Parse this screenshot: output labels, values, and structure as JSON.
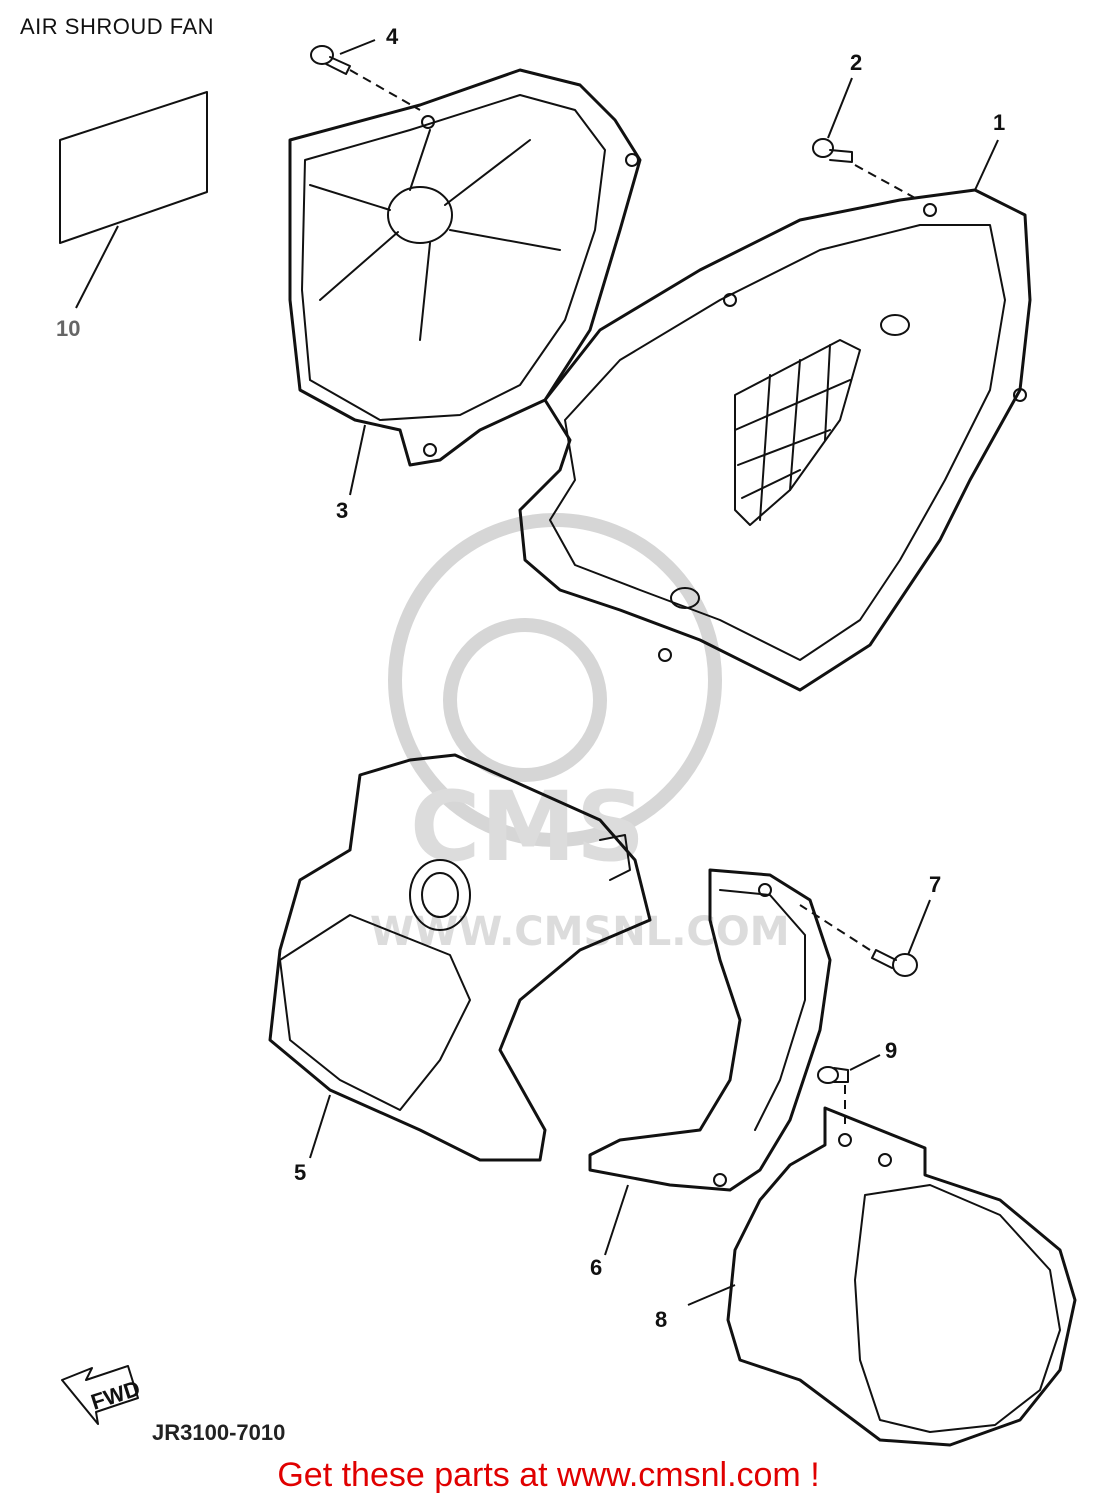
{
  "title": "AIR SHROUD FAN",
  "drawing_code": "JR3100-7010",
  "promo_text": "Get these parts at www.cmsnl.com !",
  "fwd_badge": "FWD",
  "watermark": {
    "brand": "CMS",
    "url": "WWW.CMSNL.COM"
  },
  "callouts": [
    "1",
    "2",
    "3",
    "4",
    "5",
    "6",
    "7",
    "8",
    "9",
    "10"
  ],
  "colors": {
    "promo": "#e00000",
    "line": "#111111",
    "watermark": "#d6d6d6"
  }
}
